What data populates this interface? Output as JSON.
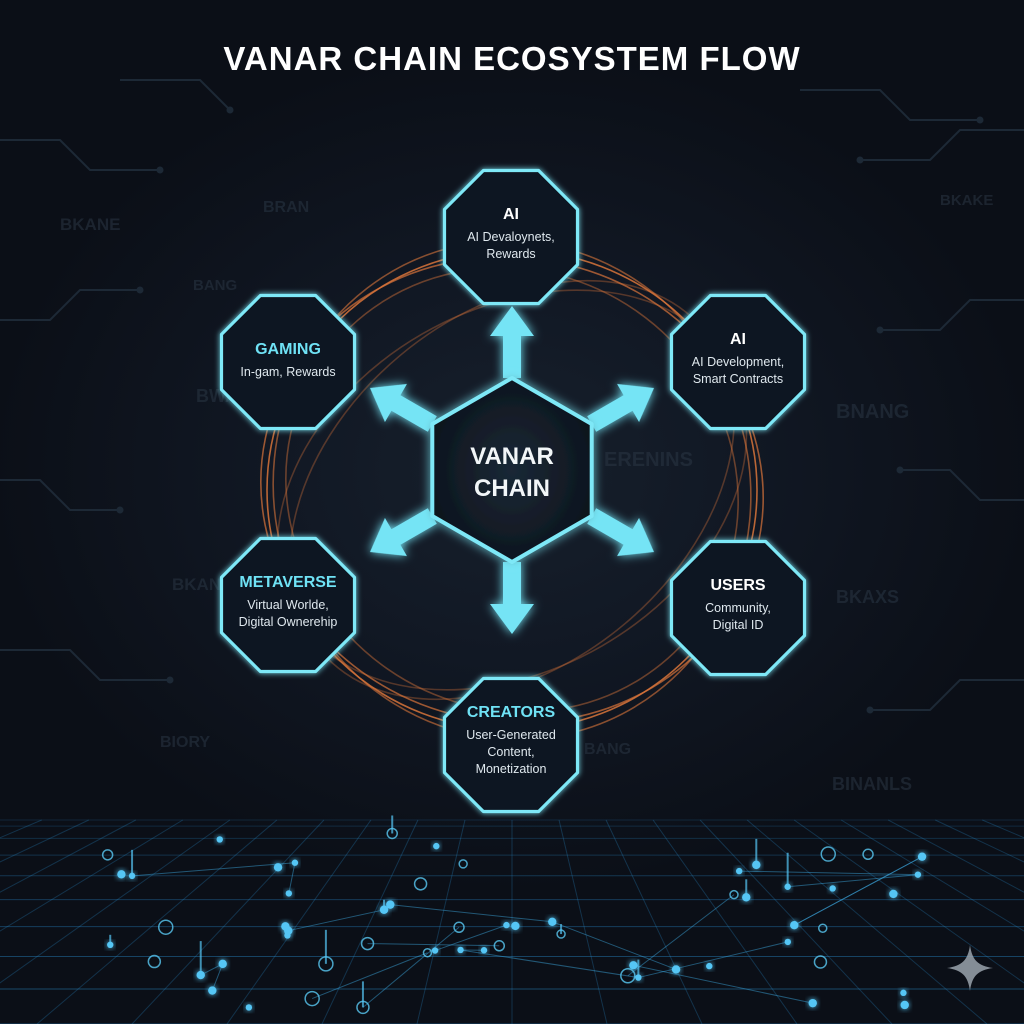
{
  "title": "VANAR CHAIN ECOSYSTEM FLOW",
  "center": {
    "lines": [
      "VANAR",
      "CHAIN"
    ]
  },
  "nodes": [
    {
      "key": "ai-top",
      "title": "AI",
      "lines": [
        "AI Devaloynets,",
        "Rewards"
      ]
    },
    {
      "key": "ai-right",
      "title": "AI",
      "lines": [
        "AI Development,",
        "Smart Contracts"
      ]
    },
    {
      "key": "users",
      "title": "USERS",
      "lines": [
        "Community,",
        "Digital ID"
      ]
    },
    {
      "key": "creators",
      "title": "CREATORS",
      "lines": [
        "User-Generated",
        "Content,",
        "Monetization"
      ]
    },
    {
      "key": "metaverse",
      "title": "METAVERSE",
      "lines": [
        "Virtual Worlde,",
        "Digital Ownerehip"
      ]
    },
    {
      "key": "gaming",
      "title": "GAMING",
      "lines": [
        "In-gam, Rewards"
      ]
    }
  ],
  "background_text": [
    "BKANE",
    "BWAN",
    "ERENINS",
    "BNANG",
    "BKAXS",
    "BKANE",
    "BIORY",
    "BINANLS",
    "BANG",
    "BRAN",
    "BANG",
    "BKAKE"
  ],
  "colors": {
    "background": "#0b0f17",
    "node_stroke": "#7ee8f7",
    "node_fill": "#0f1720",
    "arrow": "#74e4f5",
    "orbit": "#d8743a",
    "title": "#ffffff",
    "accent_text": "#6fe2f5"
  },
  "icons": {
    "corner": "sparkle-icon"
  }
}
